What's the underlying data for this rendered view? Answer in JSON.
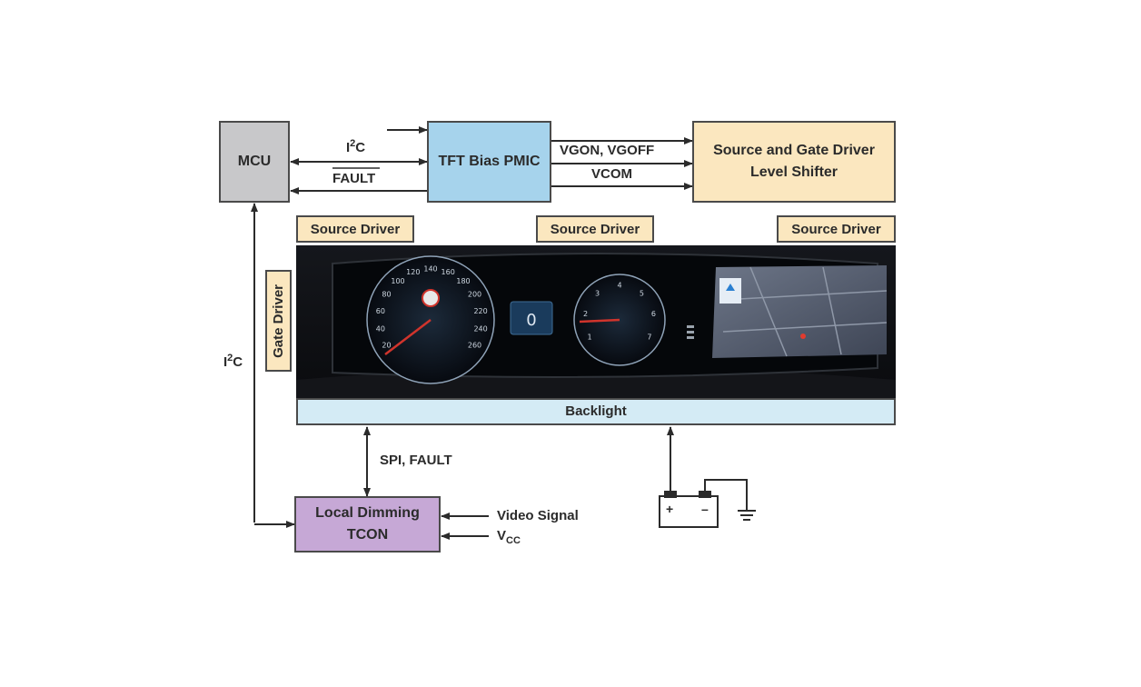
{
  "blocks": {
    "mcu": "MCU",
    "pmic": "TFT Bias PMIC",
    "level_shifter_line1": "Source and Gate Driver",
    "level_shifter_line2": "Level Shifter",
    "tcon_line1": "Local Dimming",
    "tcon_line2": "TCON",
    "backlight": "Backlight",
    "source_driver_1": "Source Driver",
    "source_driver_2": "Source Driver",
    "source_driver_3": "Source Driver",
    "gate_driver": "Gate Driver"
  },
  "signals": {
    "i2c_top_base": "I",
    "i2c_top_sup": "2",
    "i2c_top_tail": "C",
    "fault": "FAULT",
    "vgon_vgoff": "VGON, VGOFF",
    "vcom": "VCOM",
    "i2c_left_base": "I",
    "i2c_left_sup": "2",
    "i2c_left_tail": "C",
    "spi_fault": "SPI, FAULT",
    "video_signal": "Video Signal",
    "vcc_base": "V",
    "vcc_sub": "CC",
    "battery_plus": "+",
    "battery_minus": "–"
  },
  "colors": {
    "mcu": "#c8c8ca",
    "pmic": "#a6d3ec",
    "level_shifter": "#fbe7bf",
    "tcon": "#c6a8d6",
    "backlight": "#d4ebf5",
    "tag": "#fbe7bf"
  },
  "dashboard": {
    "speed_ticks": [
      "20",
      "40",
      "60",
      "80",
      "100",
      "120",
      "140",
      "160",
      "180",
      "200",
      "220",
      "240",
      "260"
    ],
    "tach_ticks": [
      "1",
      "2",
      "3",
      "4",
      "5",
      "6",
      "7"
    ],
    "center_digit": "0",
    "icons": [
      "speedometer-gauge",
      "tachometer-gauge",
      "navigation-map-screen"
    ]
  }
}
